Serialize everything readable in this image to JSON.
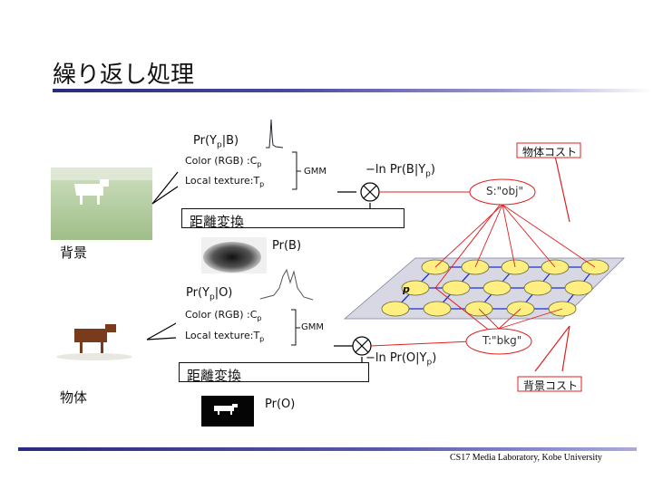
{
  "title": "繰り返し処理",
  "footer": "CS17 Media Laboratory, Kobe University",
  "background_label": "背景",
  "object_label": "物体",
  "top": {
    "likelihood": "Pr(Y",
    "likelihood_sub": "p",
    "likelihood_end": "|B)",
    "color_feature": "Color (RGB) :C",
    "color_sub": "p",
    "texture_feature": "Local texture:T",
    "texture_sub": "p",
    "gmm": "GMM",
    "neglog": "−ln Pr(B|Y",
    "neglog_sub": "p",
    "neglog_end": ")",
    "distance_transform": "距離変換",
    "prior": "Pr(B)"
  },
  "bottom": {
    "likelihood": "Pr(Y",
    "likelihood_sub": "p",
    "likelihood_end": "|O)",
    "color_feature": "Color (RGB) :C",
    "color_sub": "p",
    "texture_feature": "Local texture:T",
    "texture_sub": "p",
    "gmm": "GMM",
    "neglog": "−ln Pr(O|Y",
    "neglog_sub": "p",
    "neglog_end": ")",
    "distance_transform": "距離変換",
    "prior": "Pr(O)"
  },
  "graph": {
    "source": "S:\"obj\"",
    "sink": "T:\"bkg\"",
    "pixel": "p",
    "object_cost": "物体コスト",
    "background_cost": "背景コスト"
  },
  "colors": {
    "red": "#e02020",
    "node": "#ffef80",
    "edge": "#1c2fd8",
    "plane": "#d8d8e4",
    "title_rule": "#2a2a7a"
  }
}
